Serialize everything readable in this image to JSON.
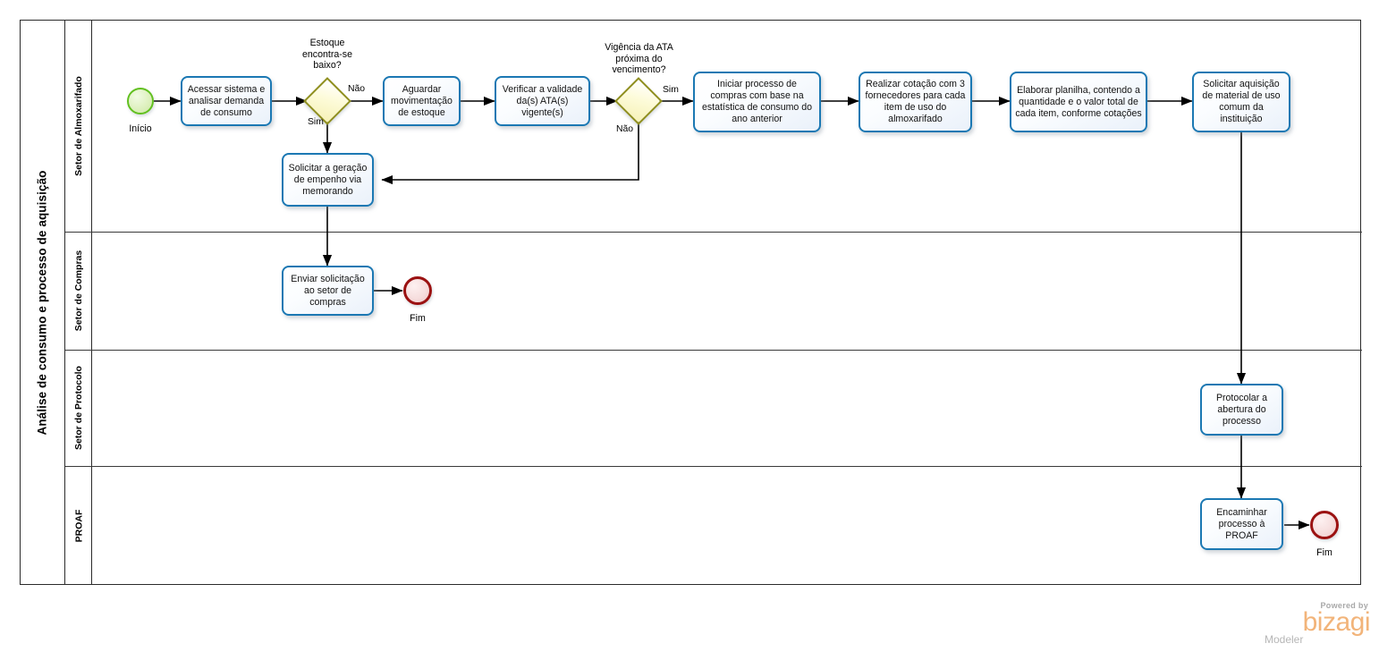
{
  "pool": {
    "title": "Análise de consumo e processo de aquisição",
    "lanes": [
      {
        "id": "almoxarifado",
        "label": "Setor de Almoxarifado"
      },
      {
        "id": "compras",
        "label": "Setor de Compras"
      },
      {
        "id": "protocolo",
        "label": "Setor de Protocolo"
      },
      {
        "id": "proaf",
        "label": "PROAF"
      }
    ]
  },
  "events": [
    {
      "id": "start",
      "type": "start-event",
      "label": "Início"
    },
    {
      "id": "end_compras",
      "type": "end-event",
      "label": "Fim"
    },
    {
      "id": "end_proaf",
      "type": "end-event",
      "label": "Fim"
    }
  ],
  "tasks": [
    {
      "id": "t1",
      "text": "Acessar sistema e analisar demanda de consumo"
    },
    {
      "id": "t2",
      "text": "Aguardar movimentação de estoque"
    },
    {
      "id": "t3",
      "text": "Verificar a validade da(s) ATA(s) vigente(s)"
    },
    {
      "id": "t4",
      "text": "Iniciar processo de compras com base na estatística de consumo do ano anterior"
    },
    {
      "id": "t5",
      "text": "Realizar cotação com 3 fornecedores para cada item de uso do almoxarifado"
    },
    {
      "id": "t6",
      "text": "Elaborar planilha, contendo a quantidade e o valor total de cada item, conforme cotações"
    },
    {
      "id": "t7",
      "text": "Solicitar aquisição de material de uso comum da instituição"
    },
    {
      "id": "t8",
      "text": "Solicitar a geração de empenho via memorando"
    },
    {
      "id": "t9",
      "text": "Enviar solicitação ao setor de compras"
    },
    {
      "id": "t10",
      "text": "Protocolar a abertura do processo"
    },
    {
      "id": "t11",
      "text": "Encaminhar processo à PROAF"
    }
  ],
  "gateways": [
    {
      "id": "g1",
      "label": "Estoque encontra-se baixo?"
    },
    {
      "id": "g2",
      "label": "Vigência da ATA próxima do vencimento?"
    }
  ],
  "flow_labels": [
    {
      "id": "g1_nao",
      "text": "Não"
    },
    {
      "id": "g1_sim",
      "text": "Sim"
    },
    {
      "id": "g2_sim",
      "text": "Sim"
    },
    {
      "id": "g2_nao",
      "text": "Não"
    }
  ],
  "branding": {
    "powered_by": "Powered by",
    "brand": "bizagi",
    "product": "Modeler"
  },
  "colors": {
    "task_border": "#1b78b3",
    "gateway_border": "#8f8f1f",
    "gateway_fill": "#f6f2b8",
    "start_border": "#62c020",
    "end_border": "#9b1212",
    "pool_border": "#2b2b2b",
    "brand": "#f2b47a"
  }
}
